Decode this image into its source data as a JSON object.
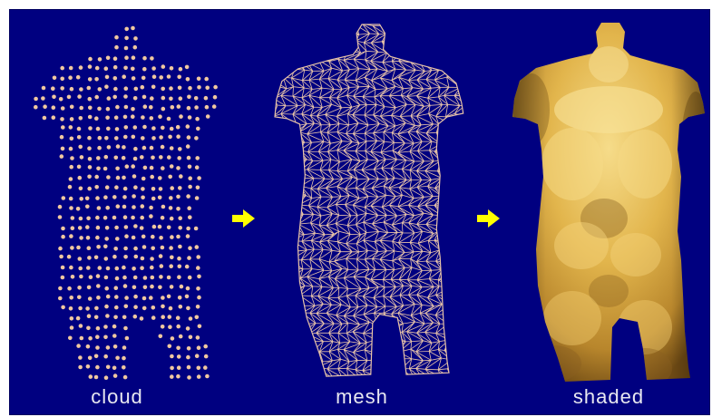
{
  "stages": [
    {
      "label": "cloud"
    },
    {
      "label": "mesh"
    },
    {
      "label": "shaded"
    }
  ],
  "colors": {
    "background": "#000080",
    "point": "#F0C8A0",
    "mesh_line": "#E8C4A8",
    "shaded_light": "#F3D27A",
    "shaded_mid": "#D9A93C",
    "shaded_dark": "#7A5418",
    "arrow": "#FFFF00",
    "label": "#E8E8F0"
  },
  "icons": [
    "right-arrow-icon",
    "right-arrow-icon"
  ]
}
